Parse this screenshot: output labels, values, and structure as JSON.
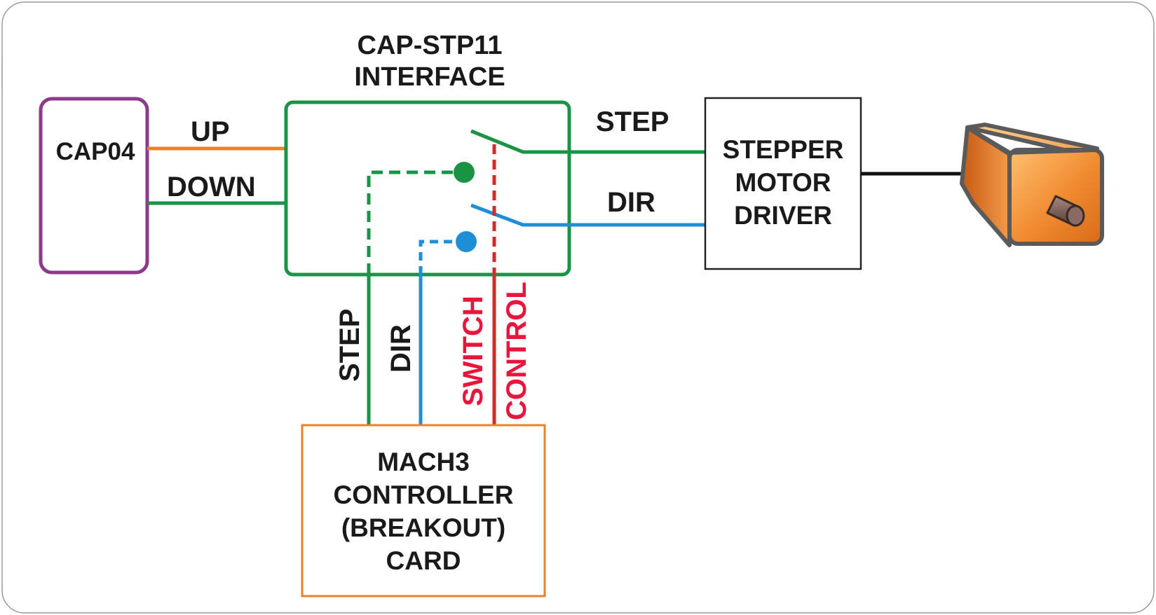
{
  "blocks": {
    "cap04": {
      "label": "CAP04"
    },
    "interface": {
      "title_line1": "CAP-STP11",
      "title_line2": "INTERFACE"
    },
    "driver": {
      "line1": "STEPPER",
      "line2": "MOTOR",
      "line3": "DRIVER"
    },
    "controller": {
      "line1": "MACH3",
      "line2": "CONTROLLER",
      "line3": "(BREAKOUT)",
      "line4": "CARD"
    },
    "motor": {
      "icon": "stepper-motor-icon"
    }
  },
  "signals": {
    "up": "UP",
    "down": "DOWN",
    "step_out": "STEP",
    "dir_out": "DIR",
    "step_in": "STEP",
    "dir_in": "DIR",
    "switch": "SWITCH",
    "control": "CONTROL"
  },
  "colors": {
    "cap04_border": "#8e3a8a",
    "interface_border": "#1a9444",
    "step_wire": "#1a9444",
    "dir_wire": "#1e8fd6",
    "up_wire": "#e8822a",
    "control_wire": "#d42a2a",
    "control_text": "#e8163c",
    "controller_border": "#e8822a",
    "driver_border": "#222222",
    "motor_body": "#f0923a",
    "motor_shaft": "#7a5a50"
  }
}
